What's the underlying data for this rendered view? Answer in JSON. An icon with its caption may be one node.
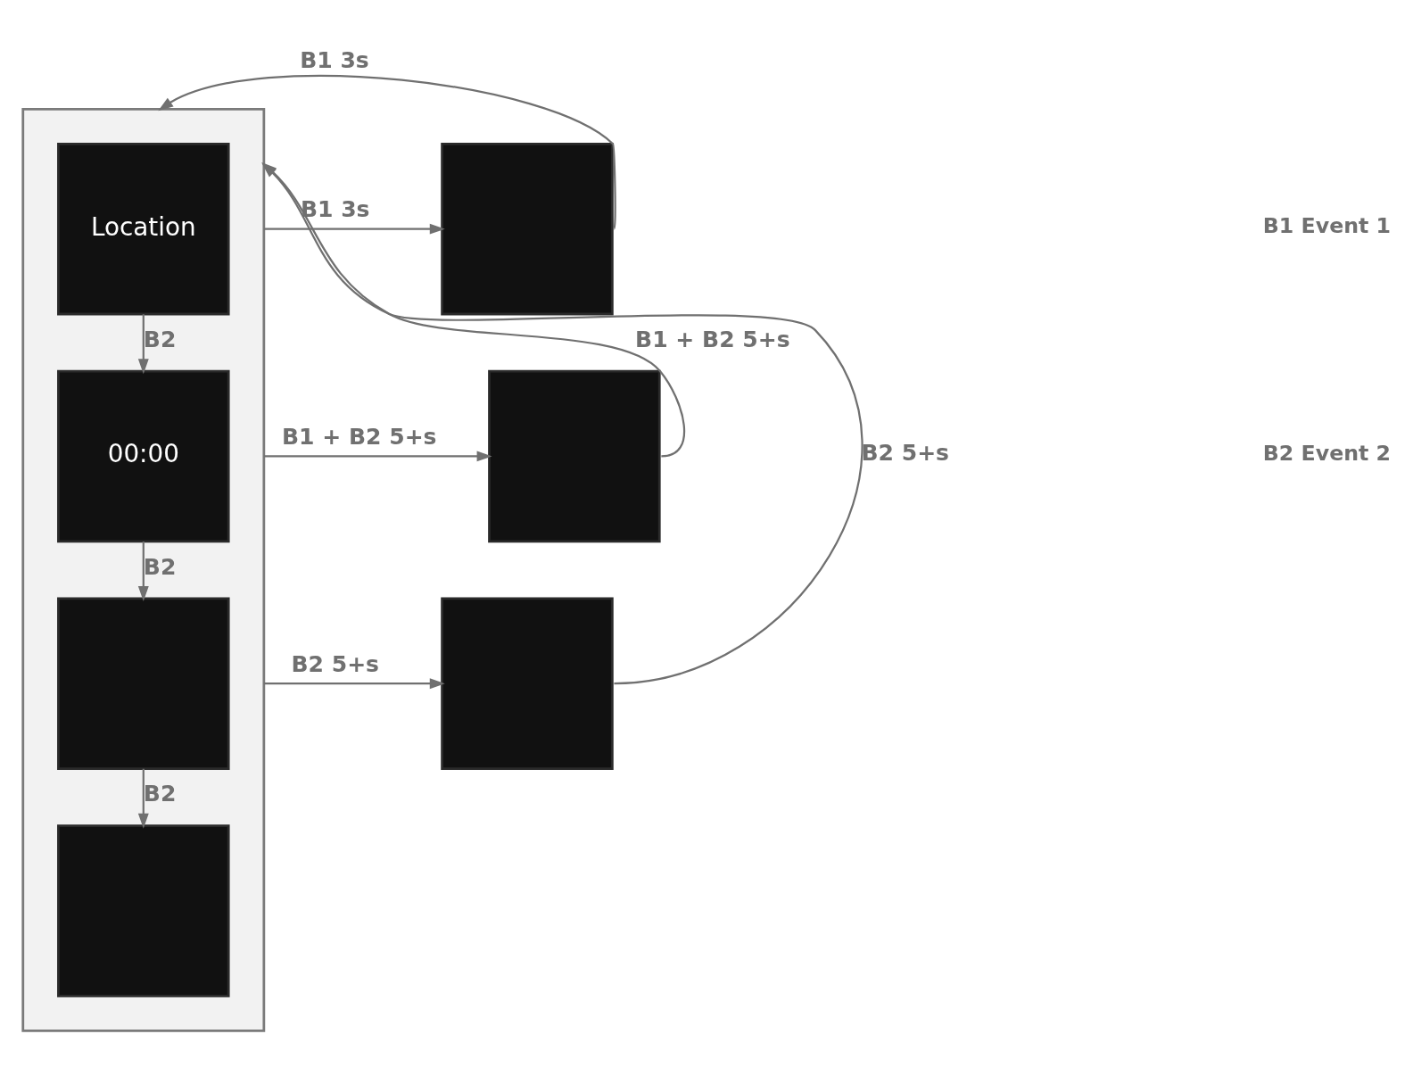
{
  "diagram": {
    "nodes": [
      {
        "text": [],
        "shape": "box"
      },
      {
        "text": [
          "Location"
        ],
        "in": 0
      },
      {
        "text": [
          "00:00"
        ],
        "in": 0
      },
      {
        "text": [],
        "shape": "box",
        "in": 0
      },
      {
        "text": [],
        "shape": "box",
        "in": 0
      },
      {
        "text": [],
        "shape": "box"
      },
      {
        "text": [],
        "shape": "box"
      },
      {
        "text": [],
        "shape": "box"
      }
    ],
    "edges": [
      {
        "from": 1,
        "to": 2,
        "arrow": "to",
        "label": "B2"
      },
      {
        "from": 2,
        "to": 3,
        "arrow": "to",
        "label": "B2"
      },
      {
        "from": 3,
        "to": 4,
        "arrow": "to",
        "label": "B2"
      },
      {
        "from": 0,
        "to": 5,
        "arrow": "to",
        "label": "B1 3s"
      },
      {
        "from": 0,
        "to": 6,
        "arrow": "to",
        "label": "B1 + B2 5+s"
      },
      {
        "from": 0,
        "to": 7,
        "arrow": "to",
        "label": "B2 5+s"
      },
      {
        "from": 5,
        "to": 0,
        "arrow": "to",
        "label": "B1 3s"
      },
      {
        "from": 6,
        "to": 0,
        "arrow": "to",
        "label": "B1 + B2 5+s"
      },
      {
        "from": 7,
        "to": 0,
        "arrow": "to",
        "label": "B2 5+s"
      }
    ],
    "labels": [
      "B1 Event 1",
      "B2 Event 2"
    ]
  }
}
